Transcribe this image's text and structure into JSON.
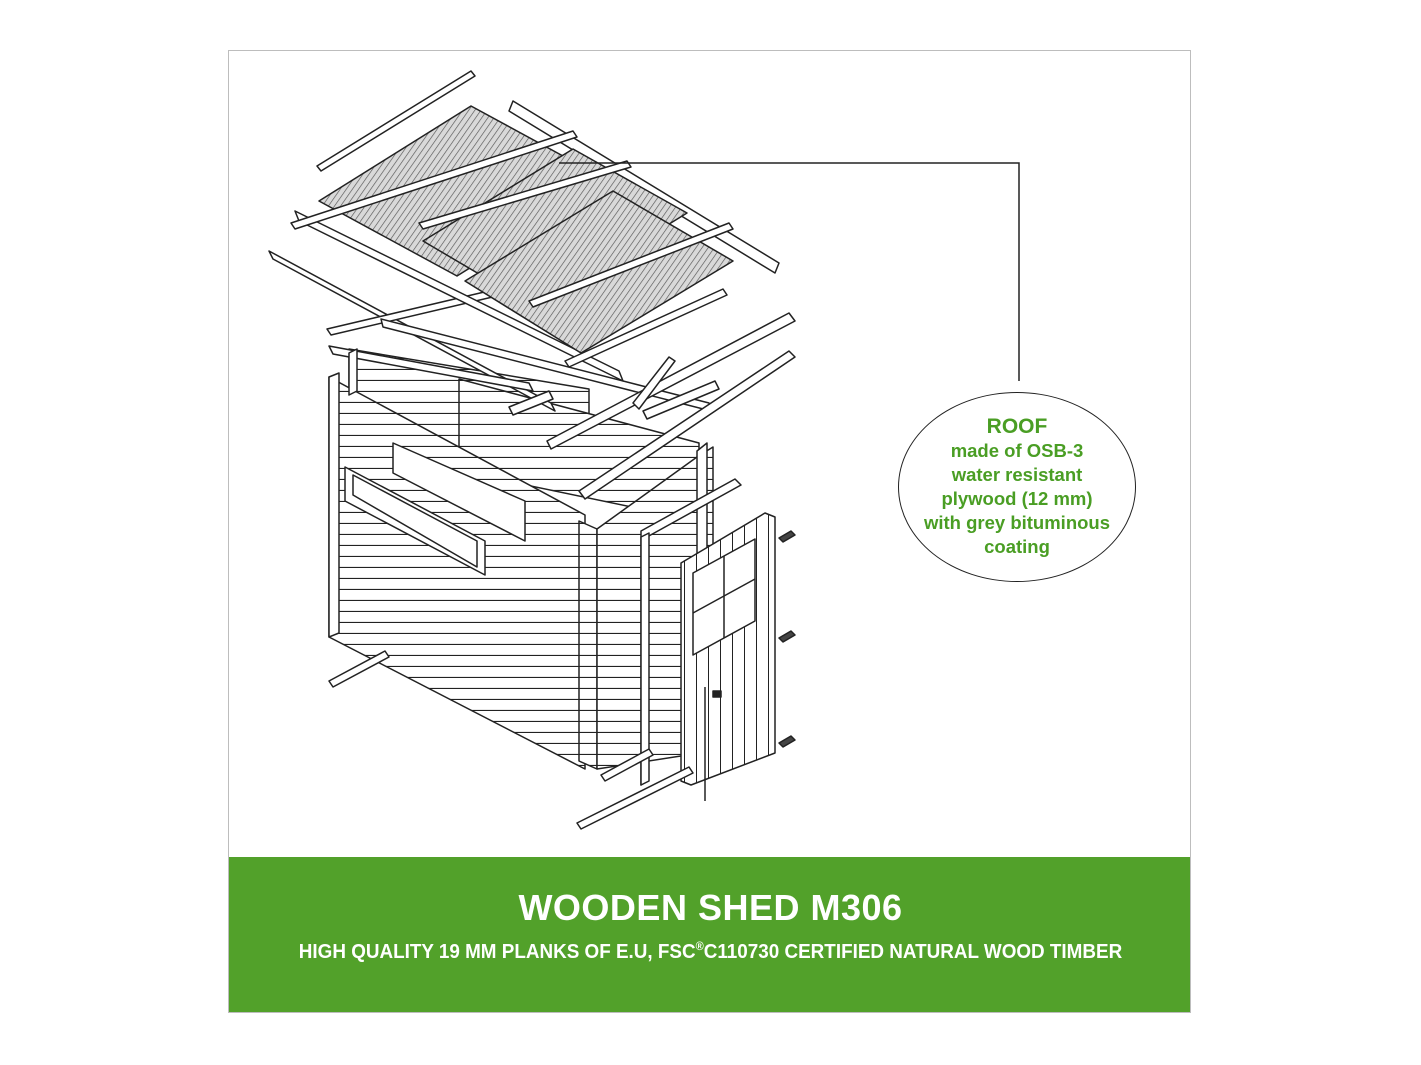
{
  "callout": {
    "heading": "ROOF",
    "lines": [
      "made of OSB-3",
      "water resistant",
      "plywood (12 mm)",
      "with grey bituminous",
      "coating"
    ]
  },
  "banner": {
    "title": "WOODEN SHED M306",
    "subtitle_before": "HIGH QUALITY 19 MM PLANKS OF E.U, FSC",
    "subtitle_mark": "®",
    "subtitle_after": "C110730 CERTIFIED NATURAL WOOD TIMBER",
    "color": "#52a12a"
  },
  "colors": {
    "accent_green": "#4a9e24",
    "line": "#222222",
    "frame_border": "#bdbdbd"
  }
}
